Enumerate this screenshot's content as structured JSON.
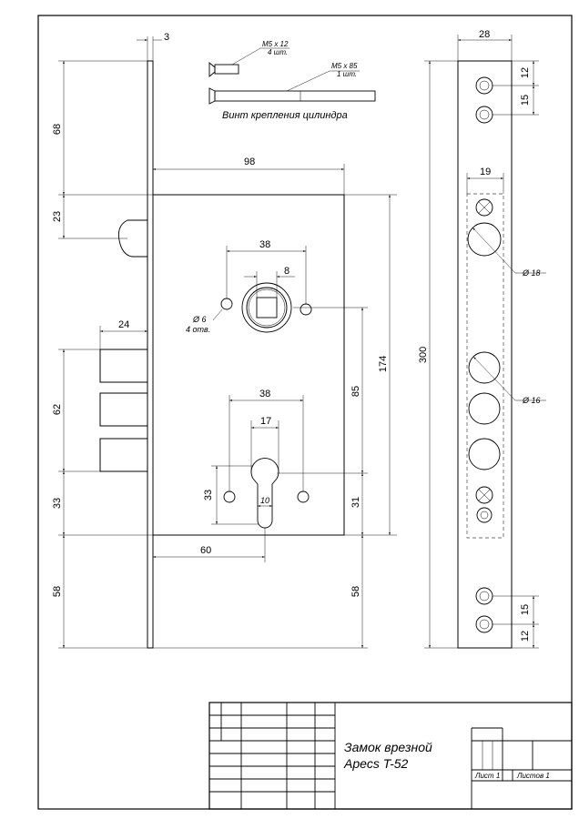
{
  "dimensions": {
    "faceplate_thickness": "3",
    "faceplate_width": "28",
    "top_to_handle": "68",
    "latch_height": "23",
    "body_depth": "98",
    "spindle_hole_spacing": "38",
    "spindle_square": "8",
    "fixing_hole_dia": "Ø 6",
    "fixing_hole_count": "4 отв.",
    "bolt_projection": "24",
    "bolt_span": "62",
    "handle_to_cylinder": "85",
    "body_height": "174",
    "total_length": "300",
    "cylinder_hole_spacing": "38",
    "cylinder_width": "17",
    "cylinder_slot": "10",
    "cylinder_height": "33",
    "bolt_to_cylinder": "33",
    "cylinder_to_bottom": "31",
    "backset": "60",
    "bottom_left": "58",
    "bottom_right": "58",
    "top_holes_pitch": "12",
    "top_holes_gap": "15",
    "latch_window": "19",
    "latch_dia": "Ø 18",
    "bolt_dia": "Ø 16",
    "bottom_holes_gap": "15",
    "bottom_holes_pitch": "12"
  },
  "screws": {
    "screw1_spec": "M5 x 12",
    "screw1_qty": "4 шт.",
    "screw2_spec": "M5 x 85",
    "screw2_qty": "1 шт.",
    "caption": "Винт крепления цилиндра"
  },
  "title_block": {
    "title_line1": "Замок врезной",
    "title_line2": "Apecs T-52",
    "sheet": "Лист 1",
    "sheets": "Листов 1"
  }
}
